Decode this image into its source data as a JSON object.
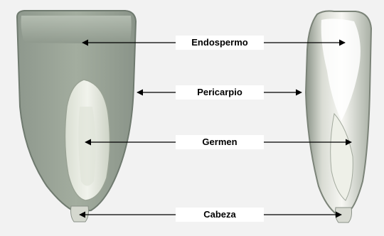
{
  "diagram": {
    "labels": [
      {
        "id": "endospermo",
        "text": "Endospermo"
      },
      {
        "id": "pericarpio",
        "text": "Pericarpio"
      },
      {
        "id": "germen",
        "text": "Germen"
      },
      {
        "id": "cabeza",
        "text": "Cabeza"
      }
    ],
    "colors": {
      "background": "#f2f2f2",
      "label_box": "#ffffff",
      "arrow": "#000000",
      "kernel_body": "#9aa69a",
      "kernel_outline": "#6f7a6f",
      "germ": "#e8ece0",
      "cut_kernel_white": "#f6f6f2",
      "cut_kernel_gray": "#8d958a"
    }
  }
}
